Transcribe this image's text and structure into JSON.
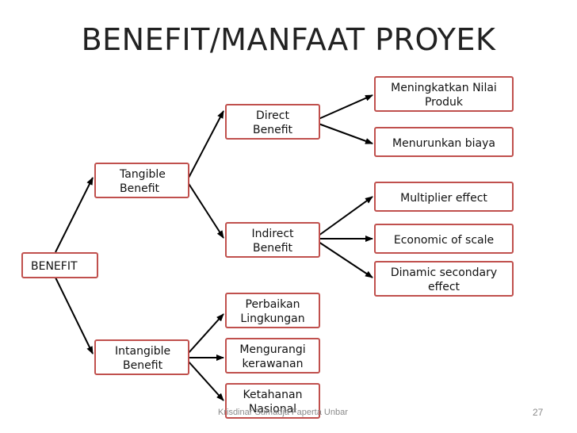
{
  "slide": {
    "title": "BENEFIT/MANFAAT PROYEK",
    "footer": "Krisdinar Sumadja Faperta Unbar",
    "page_number": "27"
  },
  "nodes": {
    "benefit": "BENEFIT",
    "tangible": "Tangible\nBenefit",
    "intangible": "Intangible\nBenefit",
    "direct": "Direct\nBenefit",
    "indirect": "Indirect\nBenefit",
    "perbaikan": "Perbaikan\nLingkungan",
    "mengurangi": "Mengurangi\nkerawanan",
    "ketahanan": "Ketahanan\nNasional",
    "meningkatkan": "Meningkatkan Nilai\nProduk",
    "menurunkan": "Menurunkan biaya",
    "multiplier": "Multiplier effect",
    "economic": "Economic of scale",
    "dinamic": "Dinamic secondary\neffect"
  },
  "colors": {
    "box_border": "#c0504d",
    "arrow": "#000000",
    "title_text": "#222222",
    "footer_text": "#8a8a8a"
  }
}
